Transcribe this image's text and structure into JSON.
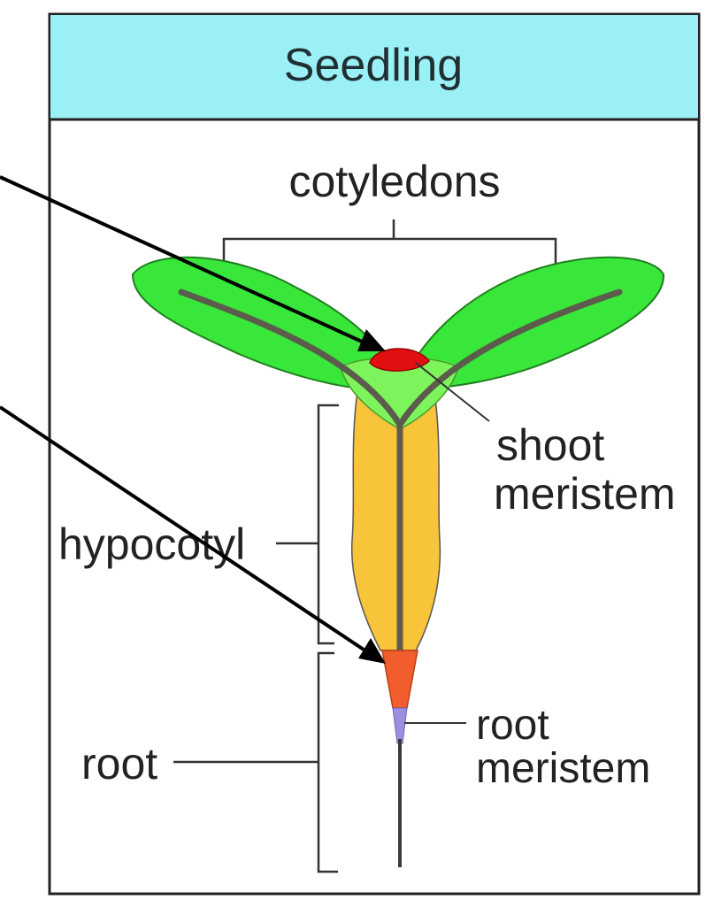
{
  "title": "Seedling",
  "labels": {
    "cotyledons": "cotyledons",
    "shoot_meristem_line1": "shoot",
    "shoot_meristem_line2": "meristem",
    "hypocotyl": "hypocotyl",
    "root": "root",
    "root_meristem_line1": "root",
    "root_meristem_line2": "meristem"
  },
  "colors": {
    "title_band": "#9bf0f6",
    "frame": "#222222",
    "cotyledon_fill": "#39e63a",
    "cotyledon_light": "#7df35c",
    "hypocotyl_fill": "#f7c43a",
    "shoot_meristem": "#e20f10",
    "root_tip": "#f15d2c",
    "root_meristem": "#9d8fe0",
    "vein": "#5c5c4c",
    "arrow": "#000000"
  }
}
